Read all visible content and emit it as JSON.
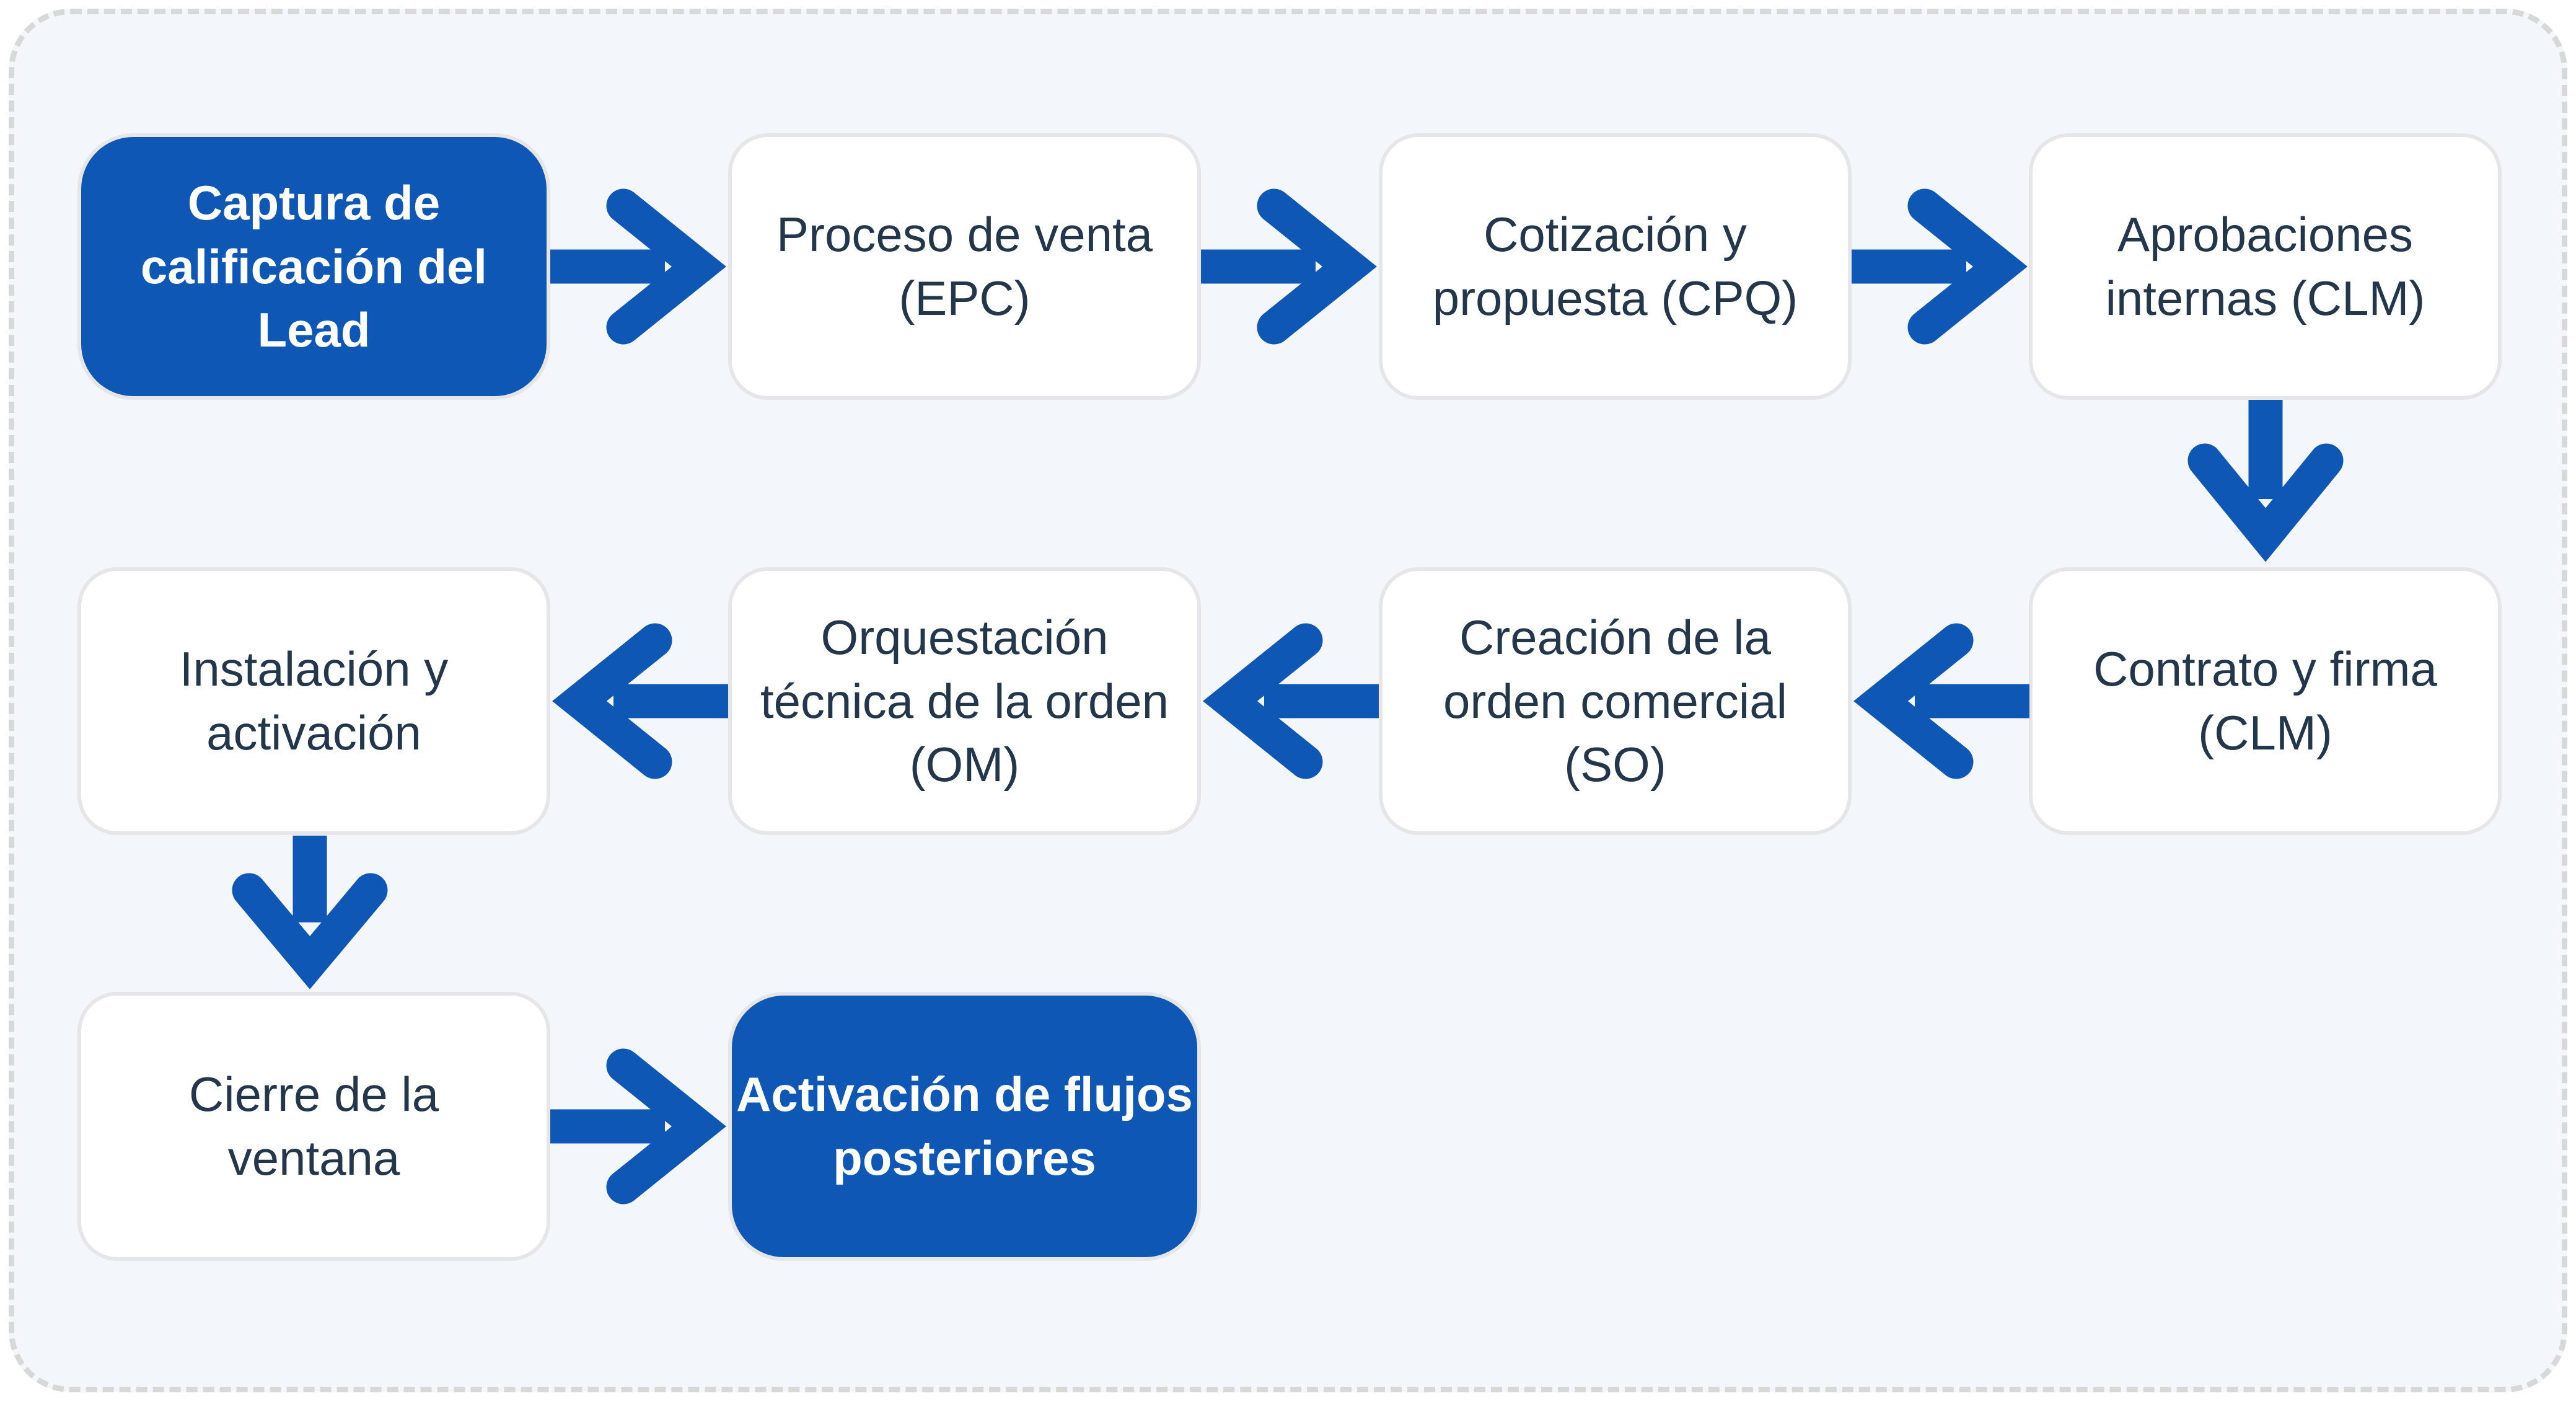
{
  "diagram": {
    "title": "",
    "colors": {
      "accent_blue": "#0f57b4",
      "card_background": "#f3f6fb",
      "card_border": "#d8d8d8",
      "node_fill": "#ffffff",
      "node_border": "#e6e6e9",
      "text_dark": "#24364a",
      "text_on_blue": "#ffffff"
    },
    "nodes": [
      {
        "id": "captura-lead",
        "variant": "primary",
        "label": "Captura de\ncalificación del\nLead"
      },
      {
        "id": "proceso-venta",
        "variant": "default",
        "label": "Proceso de venta\n(EPC)"
      },
      {
        "id": "cotizacion-propuesta",
        "variant": "default",
        "label": "Cotización y\npropuesta (CPQ)"
      },
      {
        "id": "aprobaciones-internas",
        "variant": "default",
        "label": "Aprobaciones\ninternas (CLM)"
      },
      {
        "id": "contrato-firma",
        "variant": "default",
        "label": "Contrato y firma\n(CLM)"
      },
      {
        "id": "creacion-orden",
        "variant": "default",
        "label": "Creación de la\norden comercial\n(SO)"
      },
      {
        "id": "orquestacion-tecnica",
        "variant": "default",
        "label": "Orquestación\ntécnica de la orden\n(OM)"
      },
      {
        "id": "instalacion-activacion",
        "variant": "default",
        "label": "Instalación y\nactivación"
      },
      {
        "id": "cierre-ventana",
        "variant": "default",
        "label": "Cierre de la\nventana"
      },
      {
        "id": "activacion-flujos",
        "variant": "primary",
        "label": "Activación de flujos\nposteriores"
      }
    ],
    "arrows": [
      {
        "from": "captura-lead",
        "to": "proceso-venta",
        "direction": "right"
      },
      {
        "from": "proceso-venta",
        "to": "cotizacion-propuesta",
        "direction": "right"
      },
      {
        "from": "cotizacion-propuesta",
        "to": "aprobaciones-internas",
        "direction": "right"
      },
      {
        "from": "aprobaciones-internas",
        "to": "contrato-firma",
        "direction": "down"
      },
      {
        "from": "contrato-firma",
        "to": "creacion-orden",
        "direction": "left"
      },
      {
        "from": "creacion-orden",
        "to": "orquestacion-tecnica",
        "direction": "left"
      },
      {
        "from": "orquestacion-tecnica",
        "to": "instalacion-activacion",
        "direction": "left"
      },
      {
        "from": "instalacion-activacion",
        "to": "cierre-ventana",
        "direction": "down"
      },
      {
        "from": "cierre-ventana",
        "to": "activacion-flujos",
        "direction": "right"
      }
    ]
  }
}
